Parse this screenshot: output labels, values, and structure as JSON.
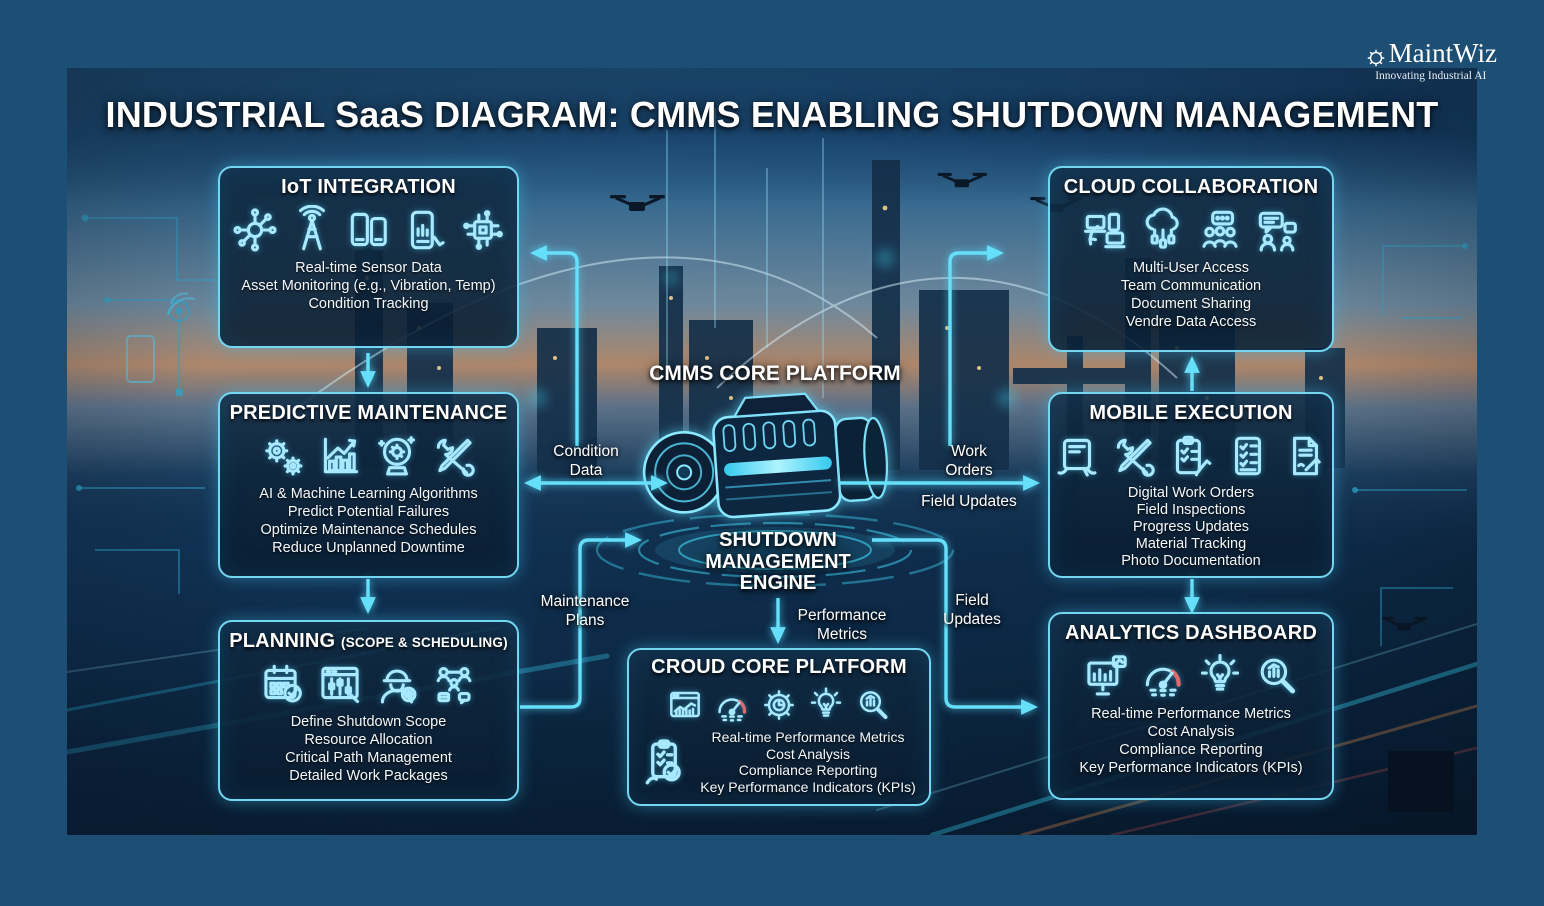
{
  "page": {
    "title": "INDUSTRIAL SaaS DIAGRAM: CMMS ENABLING SHUTDOWN MANAGEMENT"
  },
  "logo": {
    "name": "MaintWiz",
    "tagline": "Innovating Industrial AI",
    "icon": "gear-icon"
  },
  "center": {
    "cmms_label": "CMMS CORE PLATFORM",
    "engine_label": "SHUTDOWN\nMANAGEMENT\nENGINE"
  },
  "flows": {
    "condition_data": "Condition\nData",
    "work_orders": "Work\nOrders",
    "field_updates_mid": "Field Updates",
    "maintenance_plans": "Maintenance\nPlans",
    "performance_metrics": "Performance\nMetrics",
    "field_updates_bottom": "Field\nUpdates"
  },
  "boxes": {
    "iot": {
      "title": "IoT INTEGRATION",
      "icons": [
        "network-hub-icon",
        "antenna-tower-icon",
        "smartphone-pair-icon",
        "phone-chart-icon",
        "circuit-chip-icon"
      ],
      "lines": [
        "Real-time Sensor Data",
        "Asset Monitoring (e.g., Vibration, Temp)",
        "Condition Tracking"
      ]
    },
    "cloud_collaboration": {
      "title": "CLOUD COLLABORATION",
      "icons": [
        "devices-sync-icon",
        "cloud-network-icon",
        "team-chat-icon",
        "chat-bubbles-icon"
      ],
      "lines": [
        "Multi-User Access",
        "Team Communication",
        "Document Sharing",
        "Vendre Data Access"
      ]
    },
    "predictive_maintenance": {
      "title": "PREDICTIVE MAINTENANCE",
      "icons": [
        "gears-icon",
        "growth-chart-icon",
        "crystal-ball-icon",
        "crossed-tools-icon"
      ],
      "lines": [
        "AI & Machine Learning Algorithms",
        "Predict Potential Failures",
        "Optimize Maintenance Schedules",
        "Reduce Unplanned Downtime"
      ]
    },
    "mobile_execution": {
      "title": "MOBILE EXECUTION",
      "icons": [
        "tablet-hands-icon",
        "crossed-tools-icon",
        "clipboard-pencil-icon",
        "checklist-icon",
        "document-sign-icon"
      ],
      "lines": [
        "Digital Work Orders",
        "Field Inspections",
        "Progress Updates",
        "Material Tracking",
        "Photo Documentation"
      ]
    },
    "planning": {
      "title": "PLANNING",
      "title_suffix": "(SCOPE & SCHEDULING)",
      "icons": [
        "calendar-check-icon",
        "gantt-chart-icon",
        "engineer-icon",
        "team-network-icon"
      ],
      "lines": [
        "Define Shutdown Scope",
        "Resource Allocation",
        "Critical Path Management",
        "Detailed Work Packages"
      ]
    },
    "analytics_dashboard": {
      "title": "ANALYTICS DASHBOARD",
      "icons": [
        "monitor-chart-icon",
        "gauge-icon",
        "lightbulb-icon",
        "magnifier-chart-icon"
      ],
      "lines": [
        "Real-time Performance Metrics",
        "Cost Analysis",
        "Compliance Reporting",
        "Key Performance Indicators (KPIs)"
      ]
    },
    "cloud_core": {
      "title": "CROUD CORE PLATFORM",
      "icons": [
        "browser-chart-icon",
        "gauge-icon",
        "gear-clock-icon",
        "lightbulb-icon",
        "magnifier-chart-icon"
      ],
      "side_icon": "clipboard-check-icon",
      "lines": [
        "Real-time Performance Metrics",
        "Cost Analysis",
        "Compliance Reporting",
        "Key Performance Indicators (KPIs)"
      ]
    }
  },
  "colors": {
    "accent": "#66e0fa",
    "box_border": "#74d6f1",
    "outer_background": "#1d4e74",
    "text": "#ffffff"
  }
}
